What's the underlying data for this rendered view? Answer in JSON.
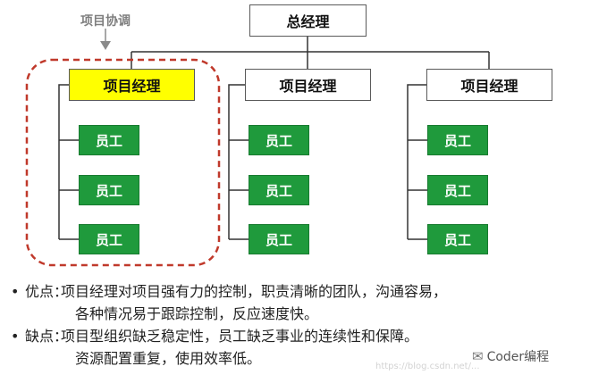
{
  "diagram": {
    "coordination_label": "项目协调",
    "general_manager": "总经理",
    "project_managers": [
      "项目经理",
      "项目经理",
      "项目经理"
    ],
    "employees": [
      [
        "员工",
        "员工",
        "员工"
      ],
      [
        "员工",
        "员工",
        "员工"
      ],
      [
        "员工",
        "员工",
        "员工"
      ]
    ],
    "highlight_color": "#ffff00",
    "employee_color": "#1f9a3c"
  },
  "notes": {
    "bullet": "•",
    "advantages_label": "优点：",
    "advantages_line1": "项目经理对项目强有力的控制，职责清晰的团队，沟通容易，",
    "advantages_line2": "各种情况易于跟踪控制，反应速度快。",
    "disadvantages_label": "缺点：",
    "disadvantages_line1": "项目型组织缺乏稳定性，员工缺乏事业的连续性和保障。",
    "disadvantages_line2": "资源配置重复，使用效率低。"
  },
  "watermark": {
    "icon": "wechat-icon",
    "text": "Coder编程",
    "url": "https://blog.csdn.net/..."
  }
}
